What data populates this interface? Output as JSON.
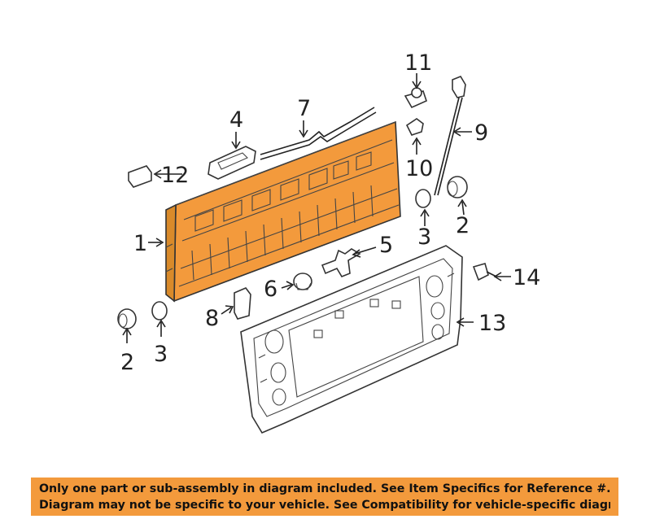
{
  "diagram": {
    "callouts": [
      {
        "id": "c1",
        "text": "1"
      },
      {
        "id": "c2a",
        "text": "2"
      },
      {
        "id": "c2b",
        "text": "2"
      },
      {
        "id": "c3a",
        "text": "3"
      },
      {
        "id": "c3b",
        "text": "3"
      },
      {
        "id": "c4",
        "text": "4"
      },
      {
        "id": "c5",
        "text": "5"
      },
      {
        "id": "c6",
        "text": "6"
      },
      {
        "id": "c7",
        "text": "7"
      },
      {
        "id": "c8",
        "text": "8"
      },
      {
        "id": "c9",
        "text": "9"
      },
      {
        "id": "c10",
        "text": "10"
      },
      {
        "id": "c11",
        "text": "11"
      },
      {
        "id": "c12",
        "text": "12"
      },
      {
        "id": "c13",
        "text": "13"
      },
      {
        "id": "c14",
        "text": "14"
      }
    ],
    "highlight_color": "#f39a3c",
    "banner_color": "#f39a3c"
  },
  "disclaimer": {
    "line1": "Only one part or sub-assembly in diagram included. See Item Specifics for Reference #.",
    "line2": "Diagram may not be specific to your vehicle. See Compatibility for vehicle-specific diagrams."
  }
}
